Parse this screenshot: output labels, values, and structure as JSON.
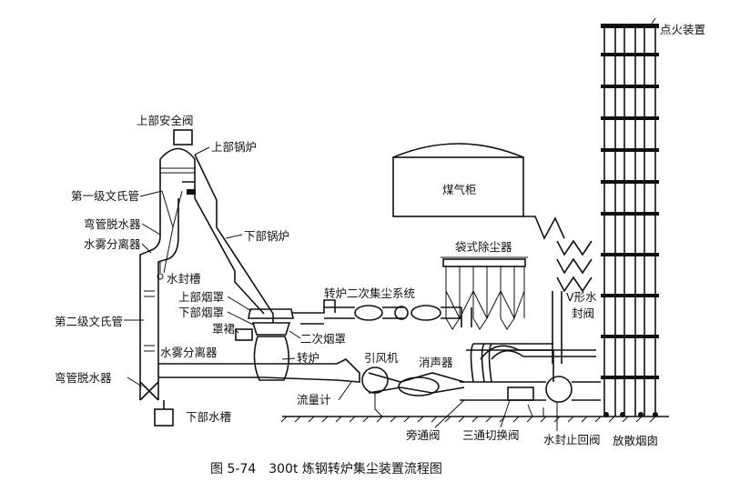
{
  "labels": {
    "top_safety_valve": "上部安全阀",
    "upper_boiler": "上部锅炉",
    "first_venturi": "第一级文氏管",
    "elbow_dehydrator_1": "弯管脱水器",
    "mist_separator_1": "水雾分离器",
    "lower_boiler": "下部锅炉",
    "water_seal_tank": "水封槽",
    "upper_hood": "上部烟罩",
    "lower_hood": "下部烟罩",
    "skirt": "罩裙",
    "second_venturi": "第二级文氏管",
    "mist_separator_2": "水雾分离器",
    "elbow_dehydrator_2": "弯管脱水器",
    "converter": "转炉",
    "secondary_hood": "二次烟罩",
    "lower_water_tank": "下部水槽",
    "secondary_dust_system": "转炉二次集尘系统",
    "gas_holder": "煤气柜",
    "bag_filter": "袋式除尘器",
    "v_water_seal": "V形水\n封阀",
    "ignition_device": "点火装置",
    "induced_fan": "引风机",
    "silencer": "消声器",
    "flow_meter": "流量计",
    "bypass_valve": "旁通阀",
    "three_way_valve": "三通切换阀",
    "water_seal_check_valve": "水封止回阀",
    "release_stack": "放散烟囱"
  },
  "caption": "图 5-74　300t 炼钢转炉集尘装置流程图"
}
